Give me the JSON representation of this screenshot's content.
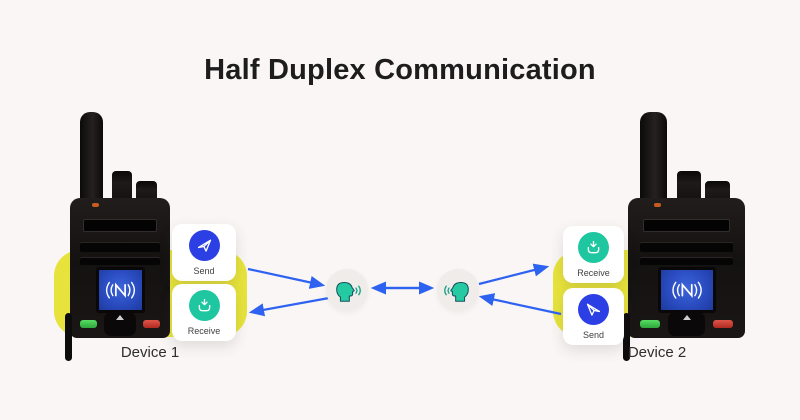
{
  "title": "Half Duplex Communication",
  "palette": {
    "background": "#faf6f5",
    "device_pad_yellow": "#e7e33c",
    "arrow_blue": "#2e63f2",
    "send_circle_blue": "#2b3fe4",
    "receive_circle_teal": "#1fc7a0",
    "speech_head_teal": "#25c9a2",
    "screen_blue": "#2a4cc0",
    "title_color": "#1d1d1d"
  },
  "devices": [
    {
      "label": "Device 1",
      "screen_logo_letter": "N",
      "cards": [
        {
          "label": "Send",
          "icon": "paper-plane-icon"
        },
        {
          "label": "Receive",
          "icon": "inbox-download-icon"
        }
      ]
    },
    {
      "label": "Device 2",
      "screen_logo_letter": "N",
      "cards": [
        {
          "label": "Receive",
          "icon": "inbox-download-icon"
        },
        {
          "label": "Send",
          "icon": "paper-plane-icon"
        }
      ]
    }
  ],
  "middle": {
    "left_icon": "speaking-head-facing-right-icon",
    "right_icon": "speaking-head-facing-left-icon",
    "arrows": [
      "device1-to-left-speaker",
      "left-speaker-to-device1",
      "left-speaker-bidirectional-right-speaker",
      "right-speaker-to-device2",
      "device2-to-right-speaker"
    ]
  }
}
